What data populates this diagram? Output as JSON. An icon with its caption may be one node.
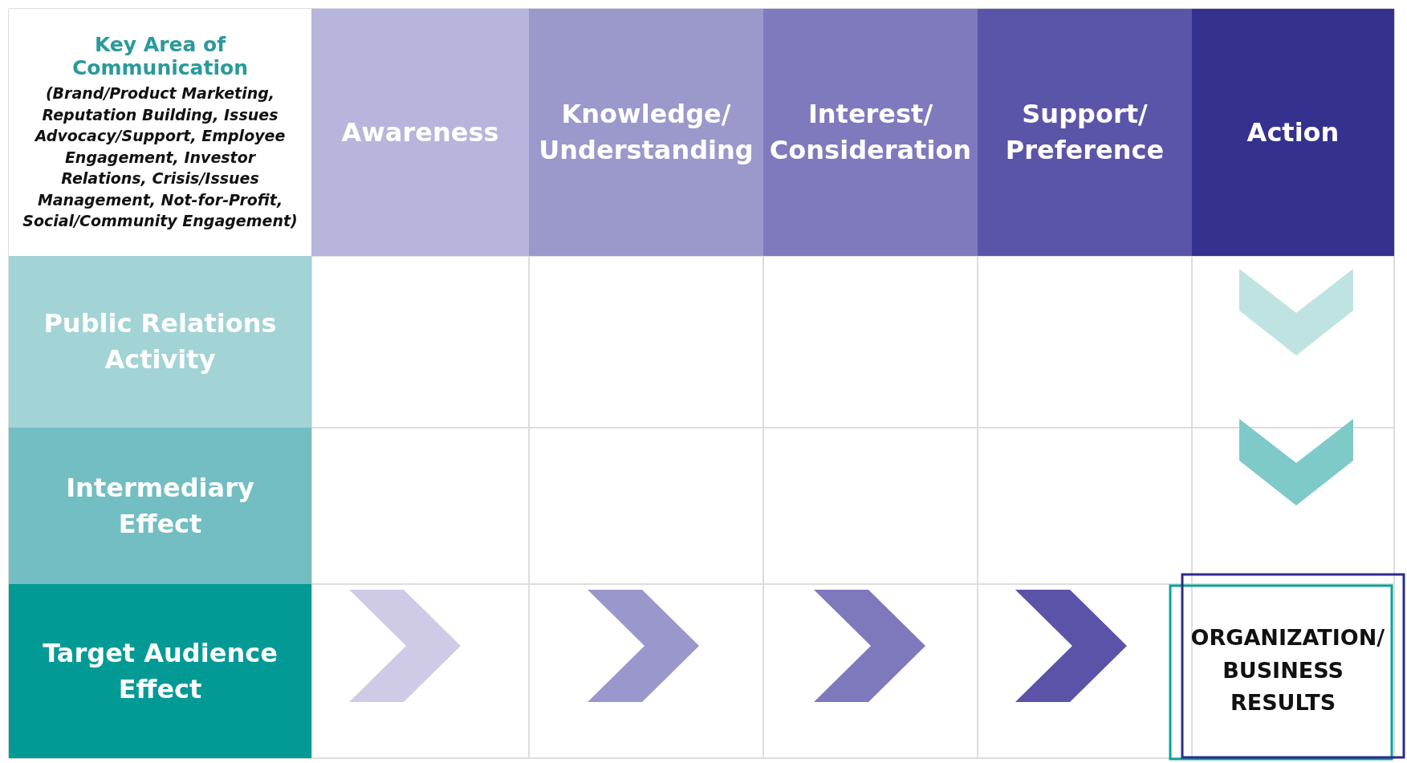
{
  "diagram": {
    "nodes": [
      {
        "text": [
          "Key Area of Communication",
          "(Brand/Product Marketing, Reputation Building, Issues Advocacy/Support, Employee Engagement, Investor Relations, Crisis/Issues Management, Not-for-Profit, Social/Community Engagement)"
        ]
      },
      {
        "text": [
          "Awareness"
        ]
      },
      {
        "text": [
          "Knowledge/ Understanding"
        ]
      },
      {
        "text": [
          "Interest/ Consideration"
        ]
      },
      {
        "text": [
          "Support/ Preference"
        ]
      },
      {
        "text": [
          "Action"
        ]
      },
      {
        "text": [
          "Public Relations Activity"
        ]
      },
      {
        "text": [
          "Intermediary Effect"
        ]
      },
      {
        "text": [
          "Target Audience Effect"
        ]
      },
      {
        "text": [
          "ORGANIZATION/ BUSINESS RESULTS"
        ]
      }
    ]
  }
}
